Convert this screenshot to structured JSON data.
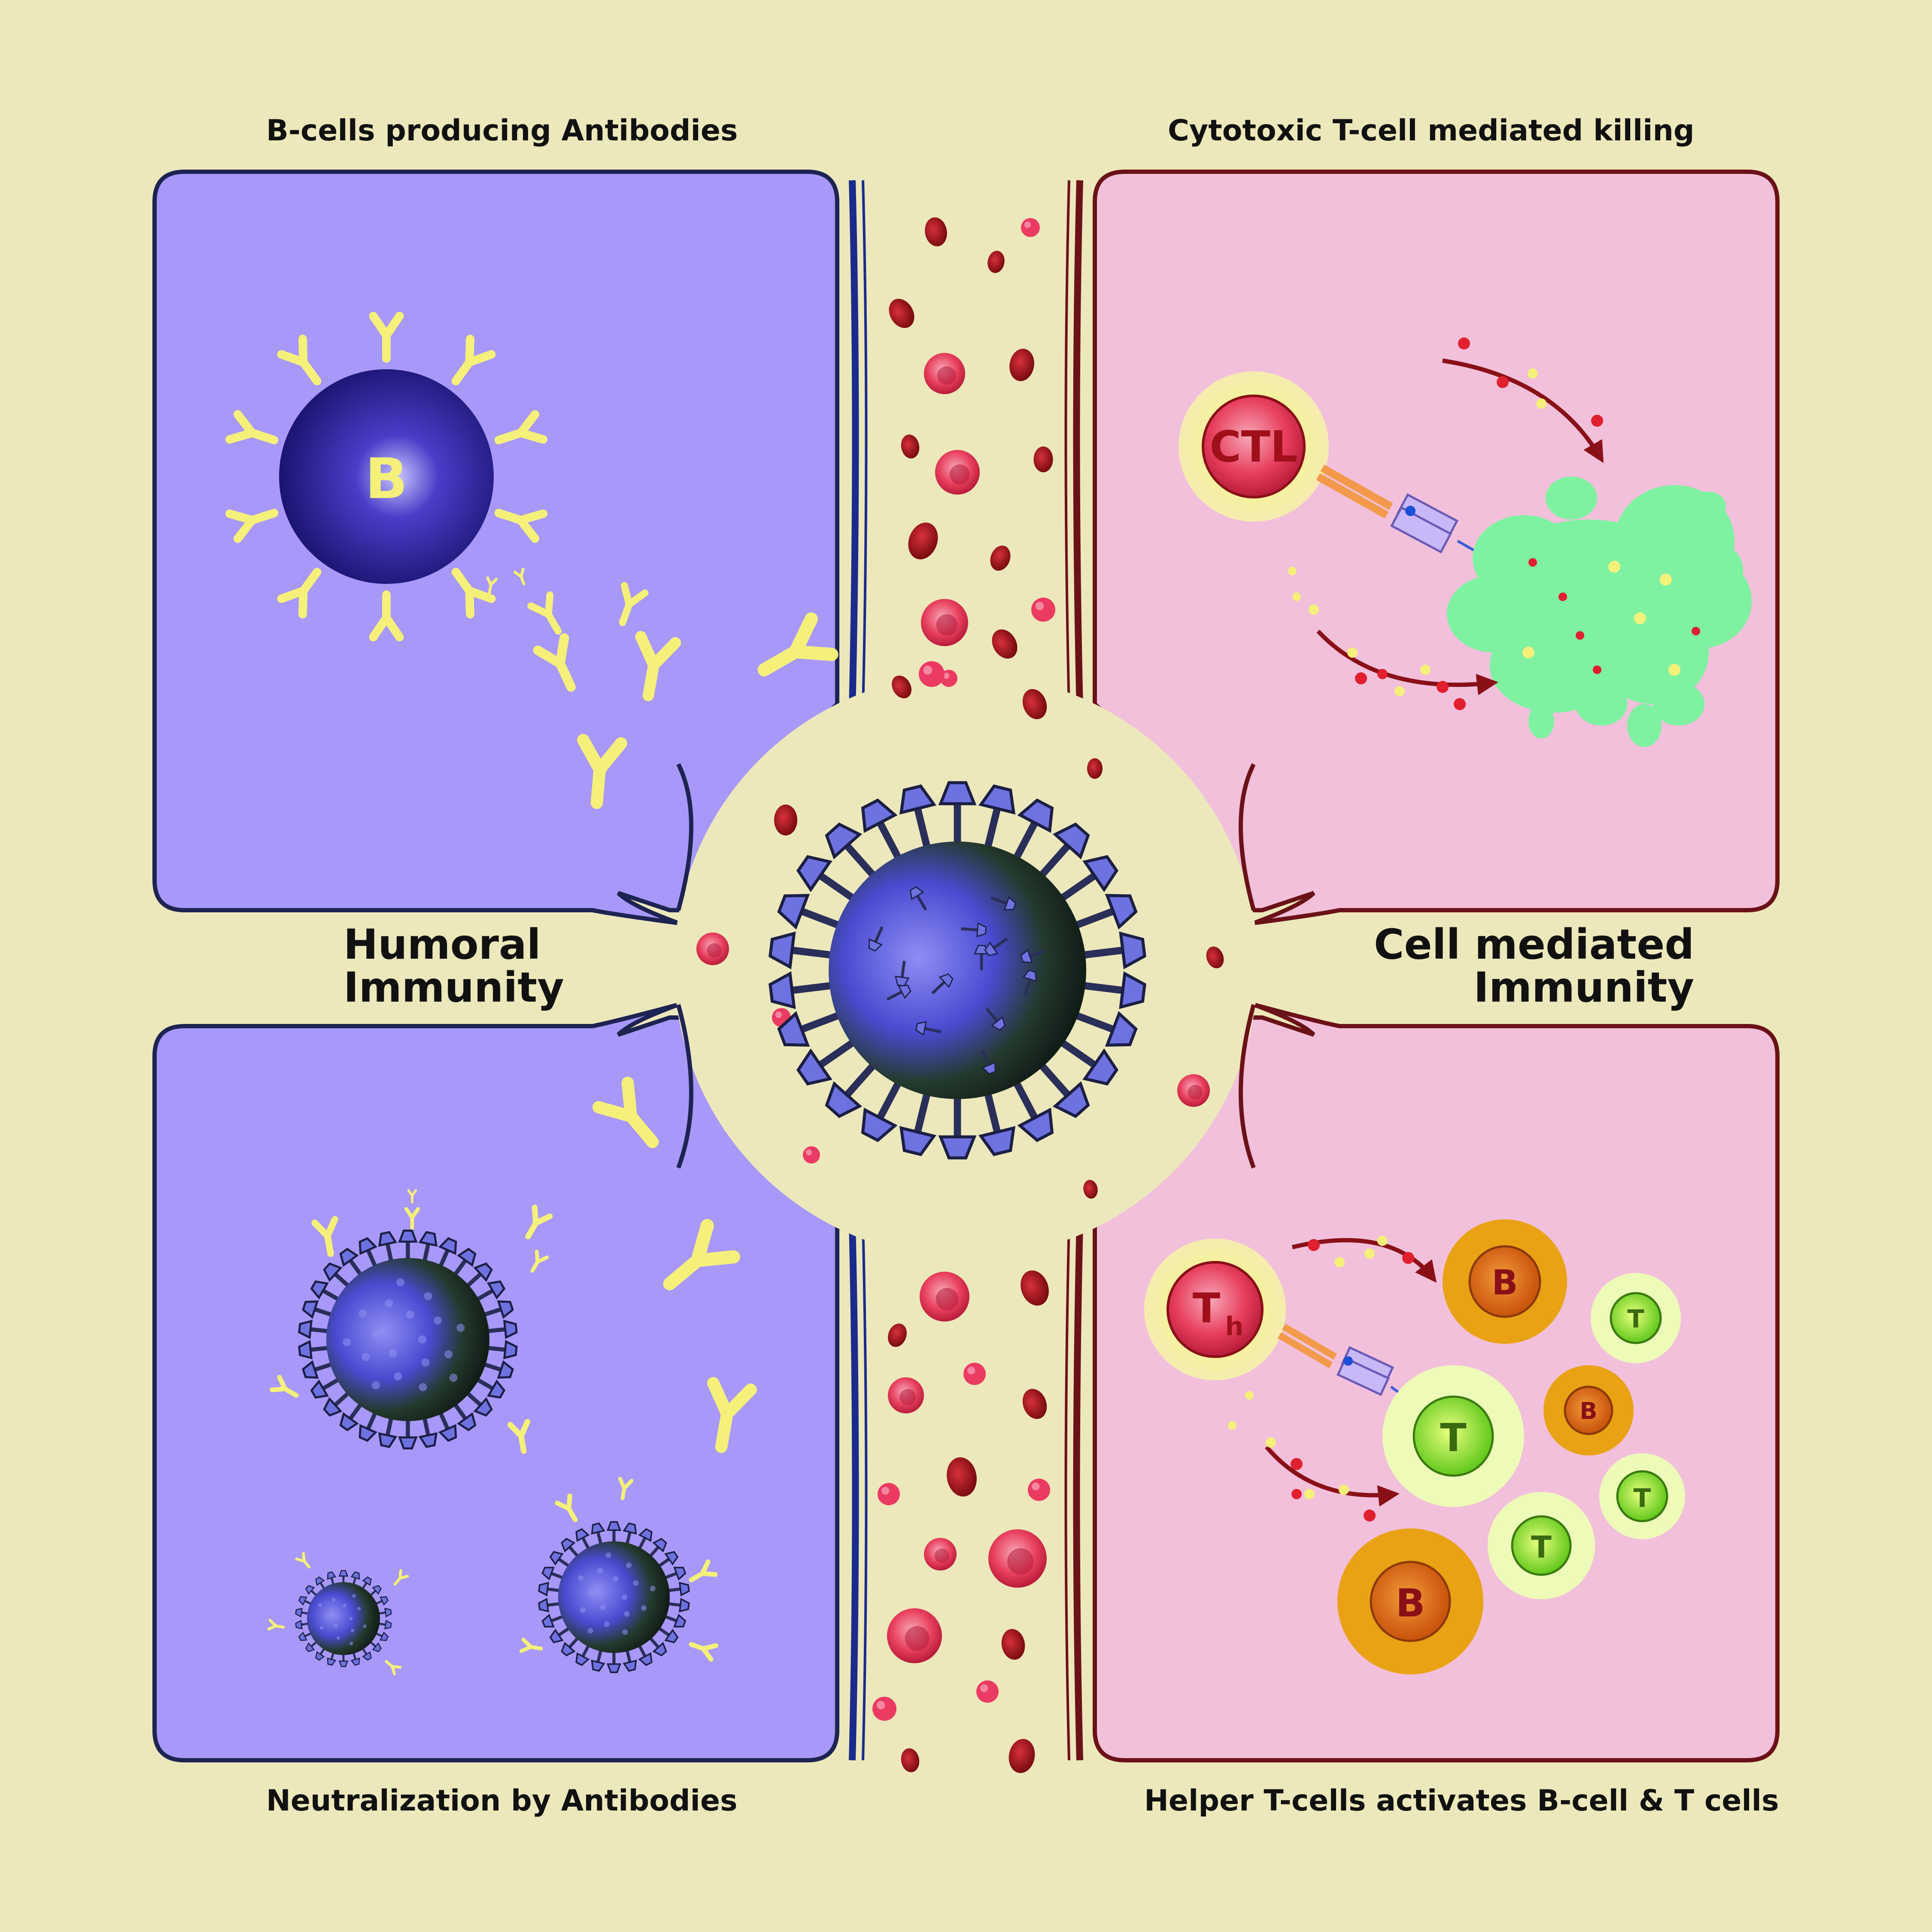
{
  "captions": {
    "top_left": "B-cells producing Antibodies",
    "top_right": "Cytotoxic T-cell mediated killing",
    "bottom_left": "Neutralization by Antibodies",
    "bottom_right": "Helper T-cells activates B-cell & T cells",
    "humoral_line1": "Humoral",
    "humoral_line2": "Immunity",
    "cell_line1": "Cell mediated",
    "cell_line2": "Immunity"
  },
  "cell_labels": {
    "b_cell": "B",
    "ctl": "CTL",
    "th_main": "T",
    "th_sub": "h",
    "b": "B",
    "t": "T"
  },
  "colors": {
    "background": "#ede8bc",
    "humoral_panel": "#a898fa",
    "humoral_border": "#1e2452",
    "cell_panel": "#f2c0da",
    "cell_border": "#6a1218",
    "antibody": "#f5f07a",
    "b_cell": "#2a1f9a",
    "virus": "#5a5ad8",
    "target_cell": "#7ef2a0",
    "blood_cell_red": "#b0141c",
    "blood_cell_pink": "#ec3b62",
    "t_cell": "#8ee52a",
    "b_cell_orange": "#e08a0e"
  },
  "icons": [
    "b-cell-icon",
    "antibody-icon",
    "virus-icon",
    "ctl-cell-icon",
    "target-cell-icon",
    "helper-t-cell-icon",
    "t-cell-icon",
    "blood-cell-icon",
    "receptor-icon",
    "arrow-icon"
  ]
}
